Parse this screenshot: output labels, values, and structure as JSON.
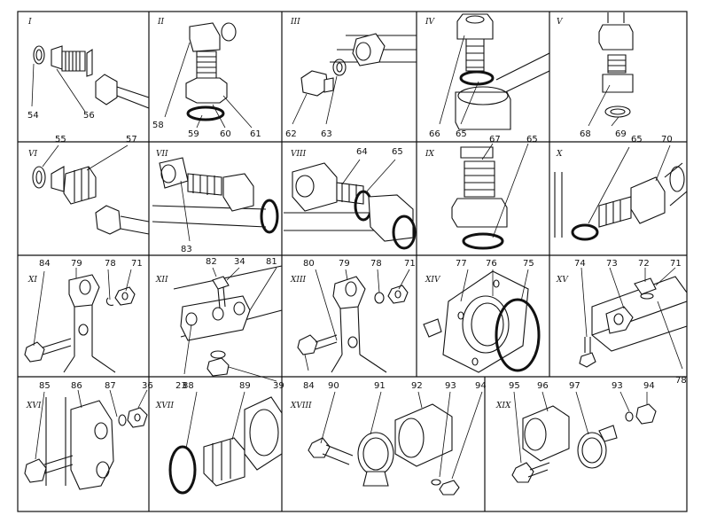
{
  "panels": [
    {
      "roman": "I",
      "parts": [
        "54",
        "56"
      ]
    },
    {
      "roman": "II",
      "parts": [
        "58",
        "59",
        "60",
        "61"
      ]
    },
    {
      "roman": "III",
      "parts": [
        "62",
        "63"
      ]
    },
    {
      "roman": "IV",
      "parts": [
        "66",
        "65"
      ]
    },
    {
      "roman": "V",
      "parts": [
        "68",
        "69"
      ]
    },
    {
      "roman": "VI",
      "parts": [
        "55",
        "57"
      ]
    },
    {
      "roman": "VII",
      "parts": [
        "83"
      ]
    },
    {
      "roman": "VIII",
      "parts": [
        "64",
        "65"
      ]
    },
    {
      "roman": "IX",
      "parts": [
        "67",
        "65"
      ]
    },
    {
      "roman": "X",
      "parts": [
        "65",
        "70"
      ]
    },
    {
      "roman": "XI",
      "parts": [
        "84",
        "79",
        "78",
        "71"
      ]
    },
    {
      "roman": "XII",
      "parts": [
        "82",
        "34",
        "81",
        "23",
        "39"
      ]
    },
    {
      "roman": "XIII",
      "parts": [
        "80",
        "79",
        "78",
        "71",
        "84"
      ]
    },
    {
      "roman": "XIV",
      "parts": [
        "77",
        "76",
        "75"
      ]
    },
    {
      "roman": "XV",
      "parts": [
        "74",
        "73",
        "72",
        "71",
        "78"
      ]
    },
    {
      "roman": "XVI",
      "parts": [
        "85",
        "86",
        "87",
        "36"
      ]
    },
    {
      "roman": "XVII",
      "parts": [
        "88",
        "89"
      ]
    },
    {
      "roman": "XVIII",
      "parts": [
        "90",
        "91",
        "92",
        "93",
        "94"
      ]
    },
    {
      "roman": "XIX",
      "parts": [
        "95",
        "96",
        "97",
        "93",
        "94"
      ]
    }
  ]
}
